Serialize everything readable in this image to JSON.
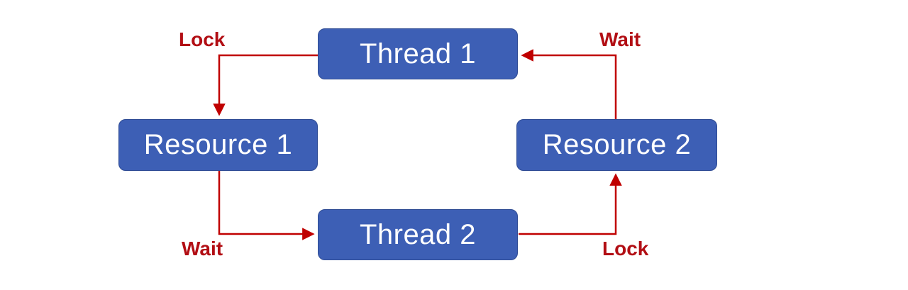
{
  "colors": {
    "node_fill": "#3D5FB5",
    "node_border": "#2F4C94",
    "node_text": "#FFFFFF",
    "edge": "#C00000",
    "edge_label": "#B20E14",
    "bg": "#FFFFFF"
  },
  "diagram_type": "deadlock-cycle",
  "nodes": {
    "thread1": {
      "label": "Thread 1"
    },
    "resource1": {
      "label": "Resource 1"
    },
    "resource2": {
      "label": "Resource 2"
    },
    "thread2": {
      "label": "Thread 2"
    }
  },
  "edges": {
    "thread1_to_resource1": {
      "label": "Lock",
      "from": "Thread 1",
      "to": "Resource 1"
    },
    "resource2_to_thread1": {
      "label": "Wait",
      "from": "Resource 2",
      "to": "Thread 1"
    },
    "resource1_to_thread2": {
      "label": "Wait",
      "from": "Resource 1",
      "to": "Thread 2"
    },
    "thread2_to_resource2": {
      "label": "Lock",
      "from": "Thread 2",
      "to": "Resource 2"
    }
  }
}
